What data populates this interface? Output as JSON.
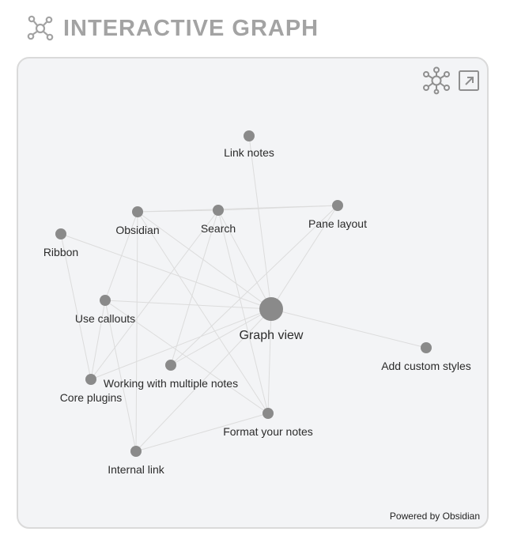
{
  "header": {
    "title": "INTERACTIVE GRAPH",
    "icon": "graph-icon"
  },
  "toolbar": {
    "global_graph_icon": "graph-icon",
    "open_external_icon": "open-external-icon"
  },
  "footer": {
    "powered_by": "Powered by Obsidian"
  },
  "colors": {
    "node": "#8a8a8a",
    "edge": "#dcdcdc",
    "panel_bg": "#f3f4f6",
    "title": "#a3a3a3"
  },
  "graph": {
    "nodes": [
      {
        "id": "link-notes",
        "label": "Link notes"
      },
      {
        "id": "obsidian",
        "label": "Obsidian"
      },
      {
        "id": "search",
        "label": "Search"
      },
      {
        "id": "pane-layout",
        "label": "Pane layout"
      },
      {
        "id": "ribbon",
        "label": "Ribbon"
      },
      {
        "id": "use-callouts",
        "label": "Use callouts"
      },
      {
        "id": "graph-view",
        "label": "Graph view"
      },
      {
        "id": "add-custom-styles",
        "label": "Add custom styles"
      },
      {
        "id": "working-with-multiple-notes",
        "label": "Working with multiple notes"
      },
      {
        "id": "core-plugins",
        "label": "Core plugins"
      },
      {
        "id": "format-your-notes",
        "label": "Format your notes"
      },
      {
        "id": "internal-link",
        "label": "Internal link"
      }
    ],
    "edges": [
      [
        "link-notes",
        "graph-view"
      ],
      [
        "obsidian",
        "search"
      ],
      [
        "obsidian",
        "pane-layout"
      ],
      [
        "obsidian",
        "graph-view"
      ],
      [
        "obsidian",
        "format-your-notes"
      ],
      [
        "obsidian",
        "internal-link"
      ],
      [
        "obsidian",
        "use-callouts"
      ],
      [
        "search",
        "pane-layout"
      ],
      [
        "search",
        "graph-view"
      ],
      [
        "search",
        "format-your-notes"
      ],
      [
        "search",
        "working-with-multiple-notes"
      ],
      [
        "search",
        "core-plugins"
      ],
      [
        "pane-layout",
        "graph-view"
      ],
      [
        "pane-layout",
        "working-with-multiple-notes"
      ],
      [
        "ribbon",
        "graph-view"
      ],
      [
        "ribbon",
        "core-plugins"
      ],
      [
        "use-callouts",
        "graph-view"
      ],
      [
        "use-callouts",
        "core-plugins"
      ],
      [
        "use-callouts",
        "internal-link"
      ],
      [
        "use-callouts",
        "format-your-notes"
      ],
      [
        "graph-view",
        "add-custom-styles"
      ],
      [
        "graph-view",
        "working-with-multiple-notes"
      ],
      [
        "graph-view",
        "core-plugins"
      ],
      [
        "graph-view",
        "format-your-notes"
      ],
      [
        "graph-view",
        "internal-link"
      ],
      [
        "format-your-notes",
        "internal-link"
      ]
    ]
  }
}
